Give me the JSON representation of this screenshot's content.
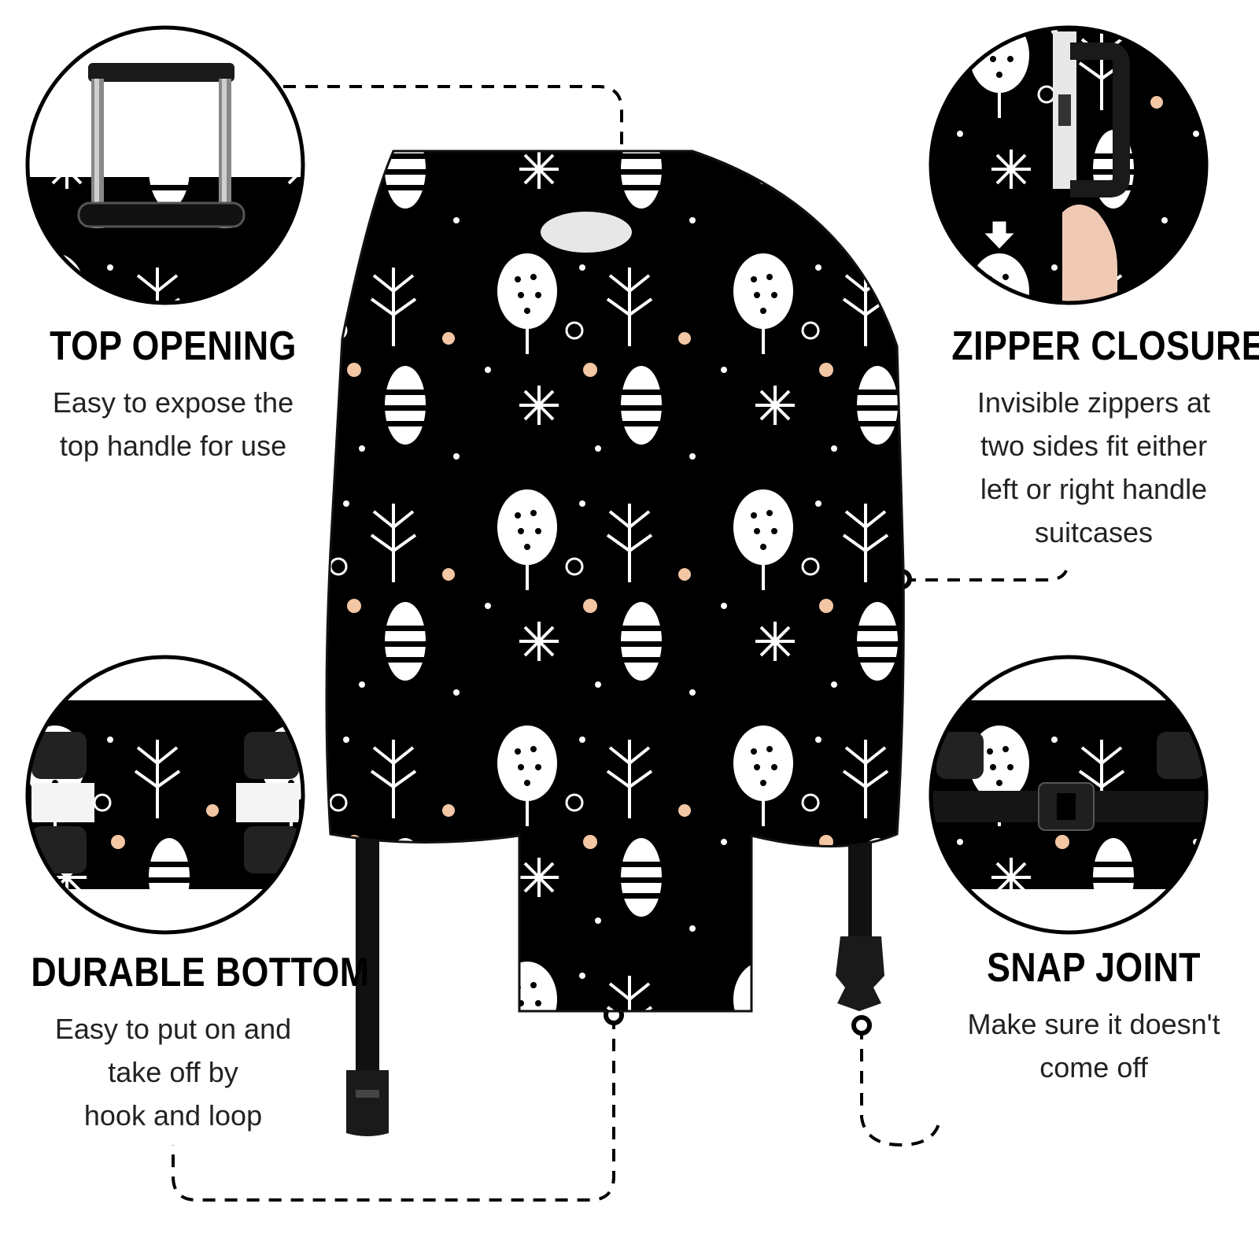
{
  "features": {
    "top_opening": {
      "title": "TOP OPENING",
      "lines": [
        "Easy to expose the",
        "top handle for use"
      ]
    },
    "zipper_closure": {
      "title": "ZIPPER CLOSURE",
      "lines": [
        "Invisible zippers at",
        "two sides fit either",
        "left or right handle",
        "suitcases"
      ]
    },
    "durable_bottom": {
      "title": "DURABLE BOTTOM",
      "lines": [
        "Easy to put on and",
        "take off by",
        "hook and loop"
      ]
    },
    "snap_joint": {
      "title": "SNAP JOINT",
      "lines": [
        "Make sure it doesn't",
        "come off"
      ]
    }
  },
  "colors": {
    "fabric": "#000000",
    "pattern": "#ffffff",
    "accent_dot": "#f3c6a4",
    "strap": "#111111",
    "leader_line": "#000000"
  },
  "icons": {
    "down_arrow": "down-arrow-icon"
  }
}
